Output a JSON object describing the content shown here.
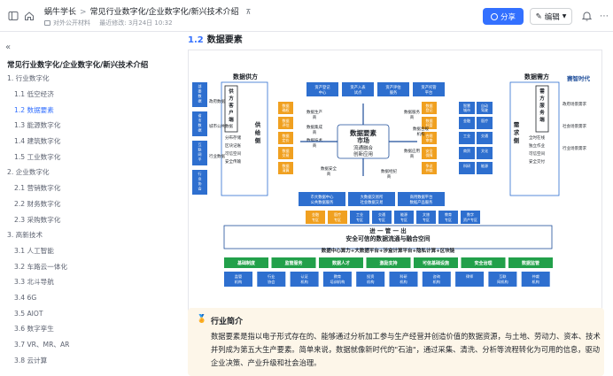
{
  "topbar": {
    "breadcrumb": [
      "蜗牛学长",
      "常见行业数字化/企业数字化/新兴技术介绍"
    ],
    "pin_icon": "pin-icon",
    "visibility": "对外公开材料",
    "last_modified": "最近修改: 3月24日 10:32",
    "share_label": "分享",
    "edit_label": "编辑"
  },
  "sidebar": {
    "doc_title": "常见行业数字化/企业数字化/新兴技术介绍",
    "items": [
      {
        "label": "1. 行业数字化",
        "level": 1
      },
      {
        "label": "1.1 低空经济",
        "level": 2
      },
      {
        "label": "1.2 数据要素",
        "level": 2,
        "active": true
      },
      {
        "label": "1.3 能源数字化",
        "level": 2
      },
      {
        "label": "1.4 建筑数字化",
        "level": 2
      },
      {
        "label": "1.5 工业数字化",
        "level": 2
      },
      {
        "label": "2. 企业数字化",
        "level": 1
      },
      {
        "label": "2.1 营销数字化",
        "level": 2
      },
      {
        "label": "2.2 财务数字化",
        "level": 2
      },
      {
        "label": "2.3 采购数字化",
        "level": 2
      },
      {
        "label": "3. 高新技术",
        "level": 1
      },
      {
        "label": "3.1 人工智能",
        "level": 2
      },
      {
        "label": "3.2 车路云一体化",
        "level": 2
      },
      {
        "label": "3.3 北斗导航",
        "level": 2
      },
      {
        "label": "3.4 6G",
        "level": 2
      },
      {
        "label": "3.5 AIOT",
        "level": 2
      },
      {
        "label": "3.6 数字孪生",
        "level": 2
      },
      {
        "label": "3.7 VR、MR、AR",
        "level": 2
      },
      {
        "label": "3.8 云计算",
        "level": 2
      }
    ]
  },
  "content": {
    "section_number": "1.2",
    "section_title": "数据要素",
    "diagram": {
      "brand": "赛智时代",
      "left_header": "数据供方",
      "right_header": "数据需方",
      "left_cats": [
        "部委数据中心",
        "省市数据中心",
        "互联网平台",
        "行业协会和企业"
      ],
      "left_mid": [
        "政府数据",
        "城市公共数据",
        "行业数据"
      ],
      "supply_col": "供方客户端",
      "supply_side": "供给侧",
      "supply_list": [
        "分布存储",
        "区块记账",
        "可信空间",
        "安全传输"
      ],
      "top_boxes": [
        "资产登记中心",
        "资产入表试点",
        "资产评估服务",
        "资产托管平台"
      ],
      "left_small": [
        "数据确权",
        "数据评估",
        "数据定价",
        "数据交易",
        "数据清算"
      ],
      "center_title": "数据要素市场",
      "center_sub": [
        "流通融合",
        "创新应用"
      ],
      "ring_labels": [
        "数据生产商",
        "数据服务商",
        "数据合规机构",
        "数据应用商",
        "数据安全商",
        "数据技术商",
        "数据经纪商",
        "数据集成商"
      ],
      "right_small": [
        "数据登记",
        "数据托管",
        "合规审查",
        "安全保障",
        "争议仲裁"
      ],
      "app_grid": [
        "智慧城市",
        "自动驾驶",
        "金融",
        "医疗",
        "工业",
        "交通",
        "商贸",
        "文化",
        "科研",
        "能源"
      ],
      "demand_col": "需方服务端",
      "demand_side": "需求侧",
      "demand_list": [
        "全时在线",
        "独立作业",
        "可信空间",
        "安全交付"
      ],
      "right_items": [
        "政府场景需求",
        "社会场景需求",
        "行业场景需求"
      ],
      "platforms": [
        "市大数据中心公共数据服务",
        "大数据交易所社会数据交易",
        "商用数据平台数据产品服务"
      ],
      "stations": [
        "金融专区",
        "医疗专区",
        "工业专区",
        "交通专区",
        "能源专区",
        "文旅专区",
        "教育专区",
        "数字资产专区"
      ],
      "pipeline": "进 一 管 一 出",
      "space": "安全可信的数据流通与融合空间",
      "infra": "数据中心算力+大数据平台+涉盒计算平台+隐私计算+区块链",
      "bottom_green": [
        "基础制度",
        "监管服务",
        "数据人才",
        "激励支持",
        "可信基础设施",
        "安全治理",
        "数据监管"
      ],
      "bottom_labels": [
        "监管机构",
        "行业协会",
        "认证机构",
        "教育培训机构",
        "投资机构",
        "科研机构",
        "咨询机构",
        "律师",
        "互联网机构",
        "仲裁机构"
      ]
    },
    "callout": {
      "medal_icon": "medal-icon",
      "title": "行业简介",
      "body": "数据要素是指以电子形式存在的、能够通过分析加工参与生产经营并创造价值的数据资源，与土地、劳动力、资本、技术并列成为第五大生产要素。简单来说，数据就像新时代的\"石油\"，通过采集、清洗、分析等流程转化为可用的信息，驱动企业决策、产业升级和社会治理。"
    }
  }
}
